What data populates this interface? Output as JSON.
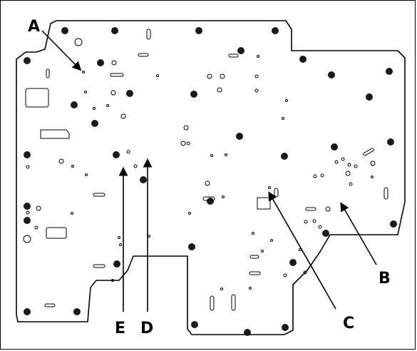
{
  "diagram": {
    "type": "valve-body-separator-plate",
    "callouts": [
      {
        "id": "A",
        "label": "A"
      },
      {
        "id": "B",
        "label": "B"
      },
      {
        "id": "C",
        "label": "C"
      },
      {
        "id": "D",
        "label": "D"
      },
      {
        "id": "E",
        "label": "E"
      }
    ],
    "colors": {
      "ink": "#000000",
      "plate": "#ffffff",
      "bolt": "#1a1a1a"
    }
  }
}
